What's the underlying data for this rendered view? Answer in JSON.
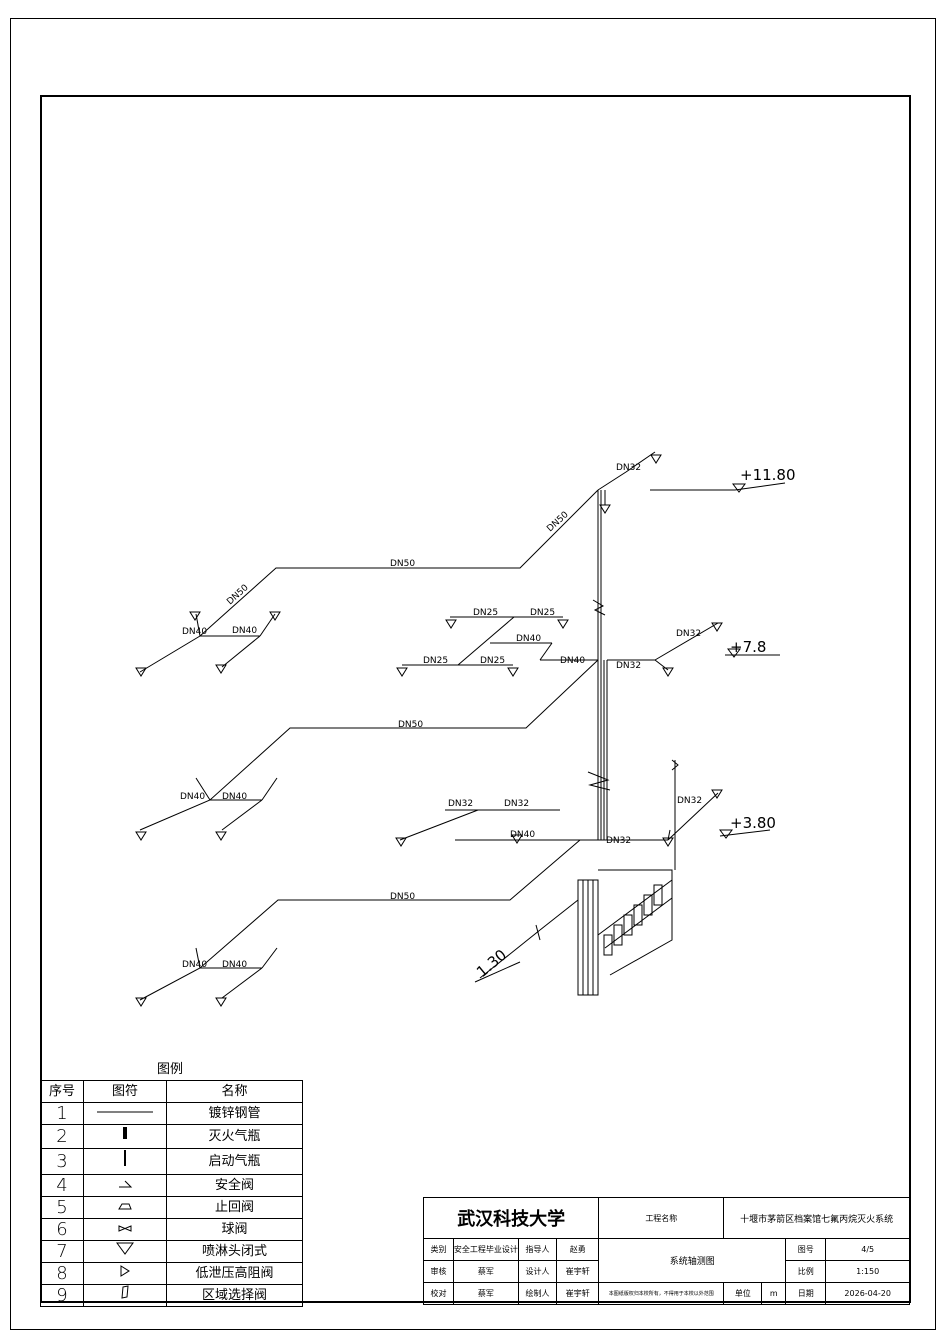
{
  "legend": {
    "title": "图例",
    "headers": {
      "no": "序号",
      "symbol": "图符",
      "name": "名称"
    },
    "items": [
      {
        "no": "1",
        "name": "镀锌钢管",
        "icon": "pipe-line-icon"
      },
      {
        "no": "2",
        "name": "灭火气瓶",
        "icon": "agent-cylinder-icon"
      },
      {
        "no": "3",
        "name": "启动气瓶",
        "icon": "start-cylinder-icon"
      },
      {
        "no": "4",
        "name": "安全阀",
        "icon": "safety-valve-icon"
      },
      {
        "no": "5",
        "name": "止回阀",
        "icon": "check-valve-icon"
      },
      {
        "no": "6",
        "name": "球阀",
        "icon": "ball-valve-icon"
      },
      {
        "no": "7",
        "name": "喷淋头闭式",
        "icon": "closed-sprinkler-icon"
      },
      {
        "no": "8",
        "name": "低泄压高阻阀",
        "icon": "pressure-valve-icon"
      },
      {
        "no": "9",
        "name": "区域选择阀",
        "icon": "selector-valve-icon"
      }
    ]
  },
  "title_block": {
    "school": "武汉科技大学",
    "project_label": "工程名称",
    "project_name": "十堰市茅箭区档案馆七氟丙烷灭火系统",
    "category_label": "类别",
    "category": "安全工程毕业设计",
    "advisor_label": "指导人",
    "advisor": "赵勇",
    "drawing_title": "系统轴测图",
    "drawing_no_label": "图号",
    "drawing_no": "4/5",
    "review_label": "审核",
    "reviewer": "蔡军",
    "designer_label": "设计人",
    "designer": "崔宇轩",
    "scale_label": "比例",
    "scale": "1:150",
    "check_label": "校对",
    "checker": "蔡军",
    "drafter_label": "绘制人",
    "drafter": "崔宇轩",
    "note": "本图纸版权归本校所有，不得用于本校以外范围",
    "unit_label": "单位",
    "unit": "m",
    "date_label": "日期",
    "date": "2026-04-20"
  },
  "elevations": {
    "top": "+11.80",
    "mid": "+7.8",
    "low": "+3.80",
    "ground": "1.30"
  },
  "pipe_labels": {
    "dn50": "DN50",
    "dn40": "DN40",
    "dn32": "DN32",
    "dn25": "DN25"
  },
  "colors": {
    "line": "#000000",
    "background": "#ffffff"
  }
}
